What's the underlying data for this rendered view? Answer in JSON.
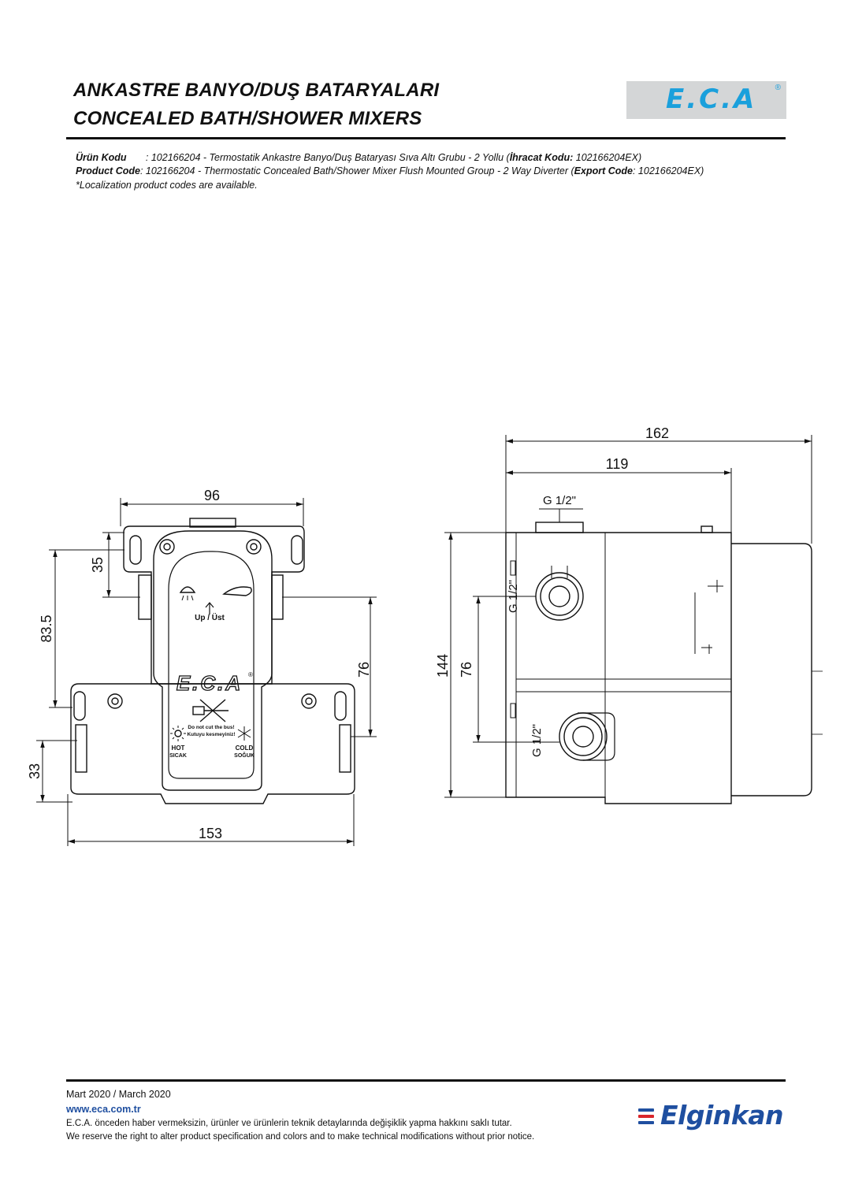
{
  "header": {
    "title_tr": "ANKASTRE BANYO/DUŞ BATARYALARI",
    "title_en": "CONCEALED BATH/SHOWER MIXERS",
    "brand_logo": "E.C.A",
    "brand_color": "#1aa0dc"
  },
  "product": {
    "tr_label": "Ürün Kodu",
    "tr_text": ": 102166204 - Termostatik Ankastre Banyo/Duş Bataryası Sıva Altı Grubu - 2 Yollu (",
    "tr_export_label": "İhracat Kodu:",
    "tr_export_value": " 102166204EX)",
    "en_label": "Product Code",
    "en_text": ": 102166204 - Thermostatic Concealed Bath/Shower Mixer Flush Mounted Group - 2 Way Diverter (",
    "en_export_label": "Export Code",
    "en_export_value": ": 102166204EX)",
    "note": "*Localization product codes are available."
  },
  "front_view": {
    "dim_width_top": "96",
    "dim_width_bottom": "153",
    "dim_height_total": "83.5",
    "dim_top": "35",
    "dim_bottom": "33",
    "dim_inlet_spacing": "76",
    "body_logo": "E.C.A",
    "up_label": "Up / Üst",
    "warning_1": "Do not cut the bus!",
    "warning_2": "Kutuyu kesmeyiniz!",
    "hot_en": "HOT",
    "hot_tr": "SICAK",
    "cold_en": "COLD",
    "cold_tr": "SOĞUK"
  },
  "side_view": {
    "dim_total_depth": "162",
    "dim_depth": "119",
    "dim_height": "144",
    "dim_inlet_spacing": "76",
    "thread_top": "G 1/2\"",
    "thread_mid": "G 1/2\"",
    "thread_low": "G 1/2\""
  },
  "footer": {
    "date": "Mart 2020 / March 2020",
    "website": "www.eca.com.tr",
    "disclaimer_tr": "E.C.A. önceden haber vermeksizin, ürünler ve ürünlerin teknik detaylarında değişiklik yapma hakkını saklı tutar.",
    "disclaimer_en": "We reserve the right to alter product specification and colors and to make technical modifications without prior notice.",
    "partner_logo": "Elginkan",
    "partner_color": "#1f4fa0"
  }
}
